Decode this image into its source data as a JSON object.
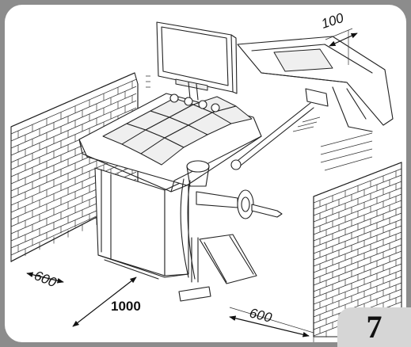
{
  "figure": {
    "number": "7",
    "dimensions": {
      "top_right": "100",
      "left_wall": "600",
      "front": "1000",
      "right_wall": "600"
    },
    "colors": {
      "frame": "#8c8c8c",
      "badge": "#d6d6d6",
      "line": "#222222"
    }
  }
}
